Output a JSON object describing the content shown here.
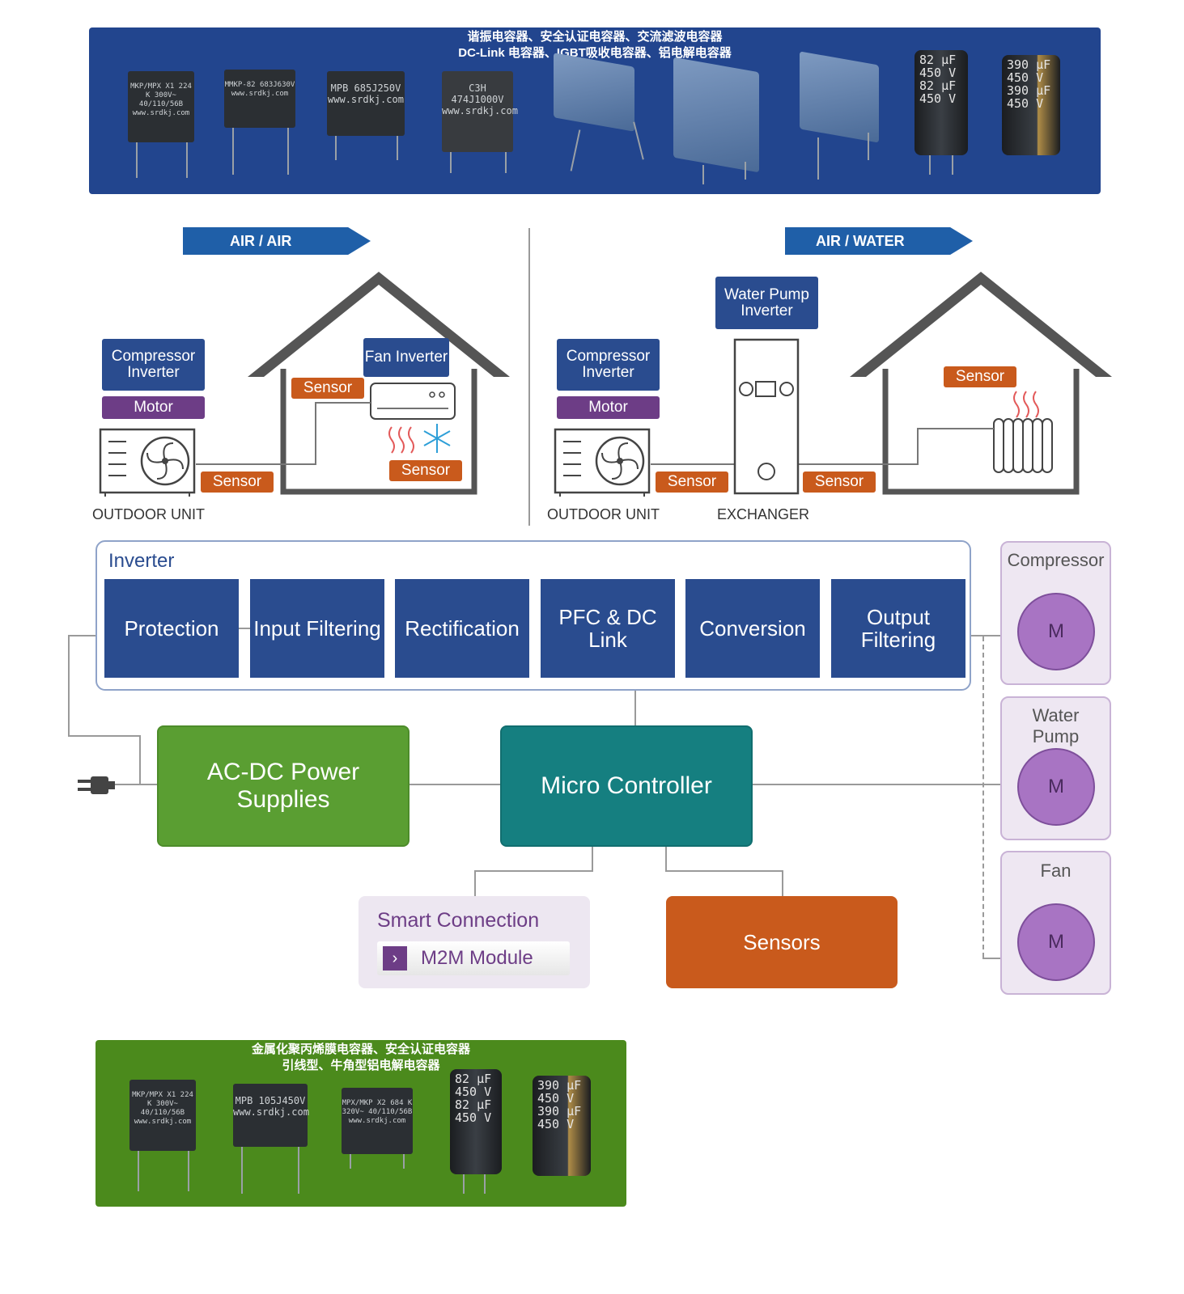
{
  "top_panel": {
    "line1": "谐振电容器、安全认证电容器、交流滤波电容器",
    "line2": "DC-Link 电容器、IGBT吸收电容器、铝电解电容器",
    "caps": [
      "MKP/MPX X1 224 K 300V~ 40/110/56B www.srdkj.com",
      "MMKP-82 683J630V www.srdkj.com",
      "MPB 685J250V www.srdkj.com",
      "C3H 474J1000V www.srdkj.com"
    ],
    "elec": [
      "82 μF 450 V 82 μF 450 V",
      "390 μF 450 V 390 μF 450 V"
    ]
  },
  "bottom_panel": {
    "line1": "金属化聚丙烯膜电容器、安全认证电容器",
    "line2": "引线型、牛角型铝电解电容器",
    "caps": [
      "MKP/MPX X1 224 K 300V~ 40/110/56B www.srdkj.com",
      "MPB 105J450V www.srdkj.com",
      "MPX/MKP X2 684 K 320V~ 40/110/56B www.srdkj.com"
    ],
    "elec": [
      "82 μF 450 V 82 μF 450 V",
      "390 μF 450 V 390 μF 450 V"
    ]
  },
  "air_air": {
    "banner": "AIR / AIR",
    "compressor": "Compressor Inverter",
    "motor": "Motor",
    "fan": "Fan Inverter",
    "sensor": "Sensor",
    "outdoor": "OUTDOOR UNIT"
  },
  "air_water": {
    "banner": "AIR / WATER",
    "compressor": "Compressor Inverter",
    "motor": "Motor",
    "pump": "Water Pump Inverter",
    "sensor": "Sensor",
    "outdoor": "OUTDOOR UNIT",
    "exchanger": "EXCHANGER"
  },
  "inverter": {
    "title": "Inverter",
    "stages": [
      "Protection",
      "Input Filtering",
      "Rectification",
      "PFC & DC Link",
      "Conversion",
      "Output Filtering"
    ]
  },
  "blocks": {
    "acdc": "AC-DC Power Supplies",
    "mcu": "Micro Controller",
    "smart": "Smart Connection",
    "m2m": "M2M Module",
    "sensors": "Sensors"
  },
  "motors": [
    {
      "title": "Compressor",
      "symbol": "M"
    },
    {
      "title": "Water Pump",
      "symbol": "M"
    },
    {
      "title": "Fan",
      "symbol": "M"
    }
  ],
  "colors": {
    "navy": "#2a4c8f",
    "purple": "#6d3d86",
    "orange": "#c95a1c",
    "green": "#5a9e32",
    "teal": "#157f80"
  }
}
